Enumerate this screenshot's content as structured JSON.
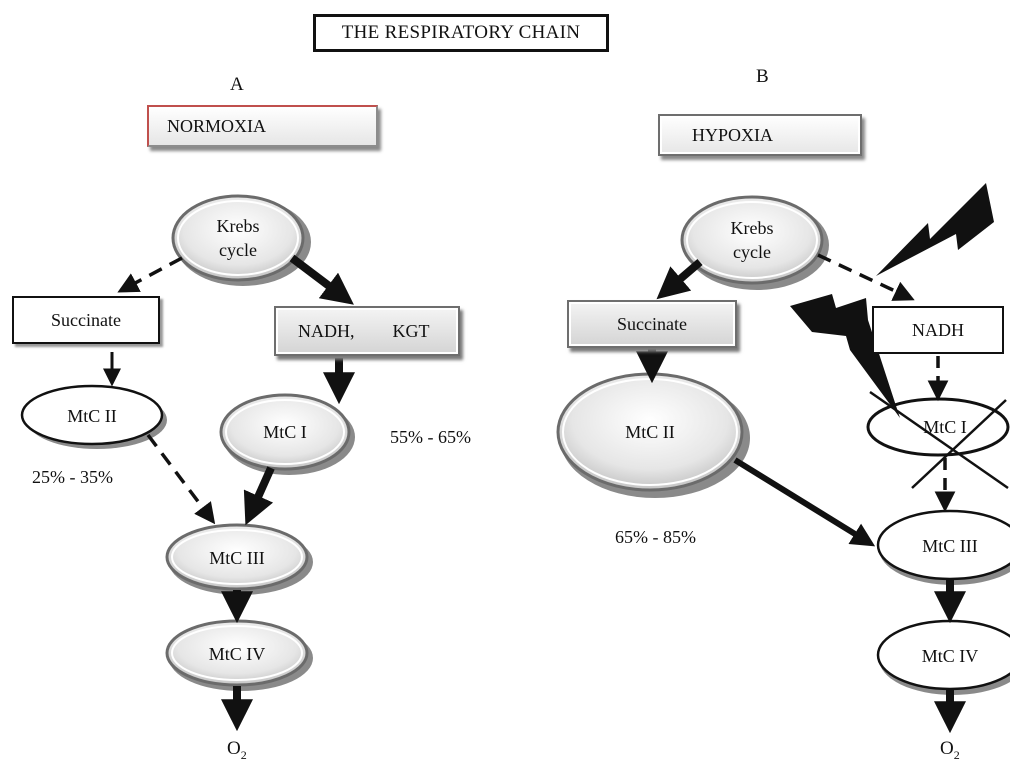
{
  "title": "THE RESPIRATORY CHAIN",
  "panels": [
    {
      "letter": "A",
      "condition": "NORMOXIA",
      "nodes": {
        "krebs_line1": "Krebs",
        "krebs_line2": "cycle",
        "succinate": "Succinate",
        "nadh": "NADH,",
        "kgt": "KGT",
        "mtc2": "MtC II",
        "mtc1": "MtC I",
        "mtc3": "MtC III",
        "mtc4": "MtC IV",
        "o2": "O",
        "o2_sub": "2"
      },
      "percentages": {
        "complex_ii": "25% - 35%",
        "complex_i": "55% - 65%"
      }
    },
    {
      "letter": "B",
      "condition": "HYPOXIA",
      "nodes": {
        "krebs_line1": "Krebs",
        "krebs_line2": "cycle",
        "succinate": "Succinate",
        "nadh": "NADH",
        "mtc2": "MtC II",
        "mtc1": "MtC I",
        "mtc3": "MtC III",
        "mtc4": "MtC IV",
        "o2": "O",
        "o2_sub": "2"
      },
      "percentages": {
        "complex_ii": "65% - 85%"
      }
    }
  ],
  "colors": {
    "ink": "#111111",
    "grey_fill": "#d9d9d9",
    "normoxia_border": "#c0504d"
  },
  "icons": [
    "lightning-bolt-icon",
    "cross-mark-icon"
  ]
}
